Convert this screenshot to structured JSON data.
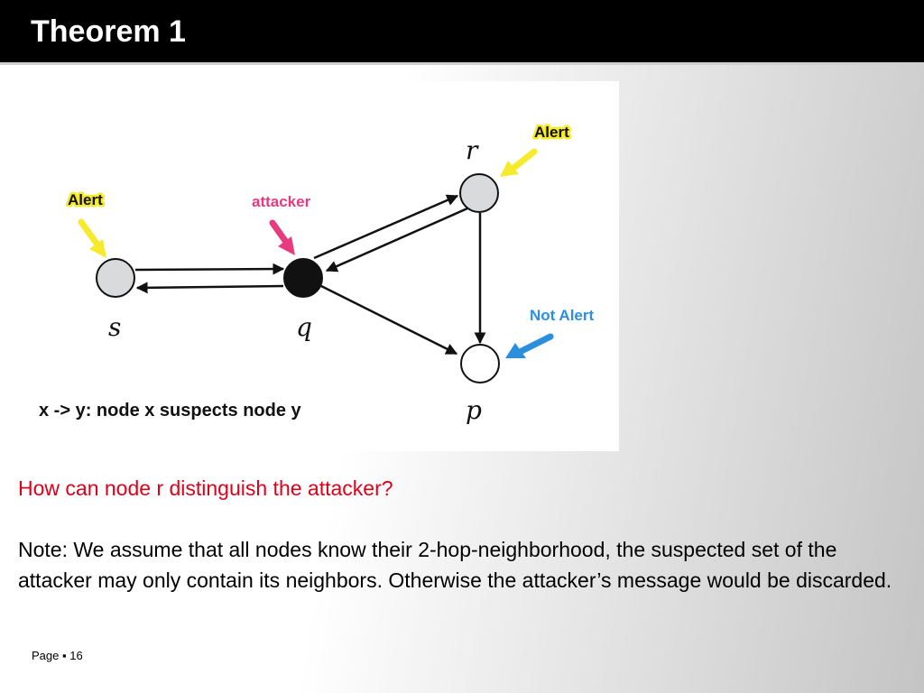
{
  "slide": {
    "title": "Theorem 1",
    "question": "How can node r distinguish the attacker?",
    "note": "Note: We assume that all nodes know their 2-hop-neighborhood, the suspected set of the attacker may only contain its neighbors. Otherwise the attacker’s message would be discarded.",
    "page_label": "Page",
    "page_separator": "▪",
    "page_number": "16"
  },
  "diagram": {
    "nodes": [
      {
        "id": "s",
        "label": "s",
        "fill": "#d9dadc"
      },
      {
        "id": "q",
        "label": "q",
        "fill": "#111111"
      },
      {
        "id": "r",
        "label": "r",
        "fill": "#d9dadc"
      },
      {
        "id": "p",
        "label": "p",
        "fill": "#ffffff"
      }
    ],
    "edges": [
      {
        "from": "s",
        "to": "q"
      },
      {
        "from": "q",
        "to": "s"
      },
      {
        "from": "q",
        "to": "r"
      },
      {
        "from": "r",
        "to": "q"
      },
      {
        "from": "q",
        "to": "p"
      },
      {
        "from": "r",
        "to": "p"
      }
    ],
    "badges": {
      "alert_s": "Alert",
      "attacker": "attacker",
      "alert_r": "Alert",
      "not_alert_p": "Not Alert"
    },
    "legend": "x -> y: node x suspects node y",
    "colors": {
      "alert": "#f6ea2c",
      "attacker": "#e83a7e",
      "not_alert": "#2b8fde",
      "edge": "#111111"
    }
  }
}
